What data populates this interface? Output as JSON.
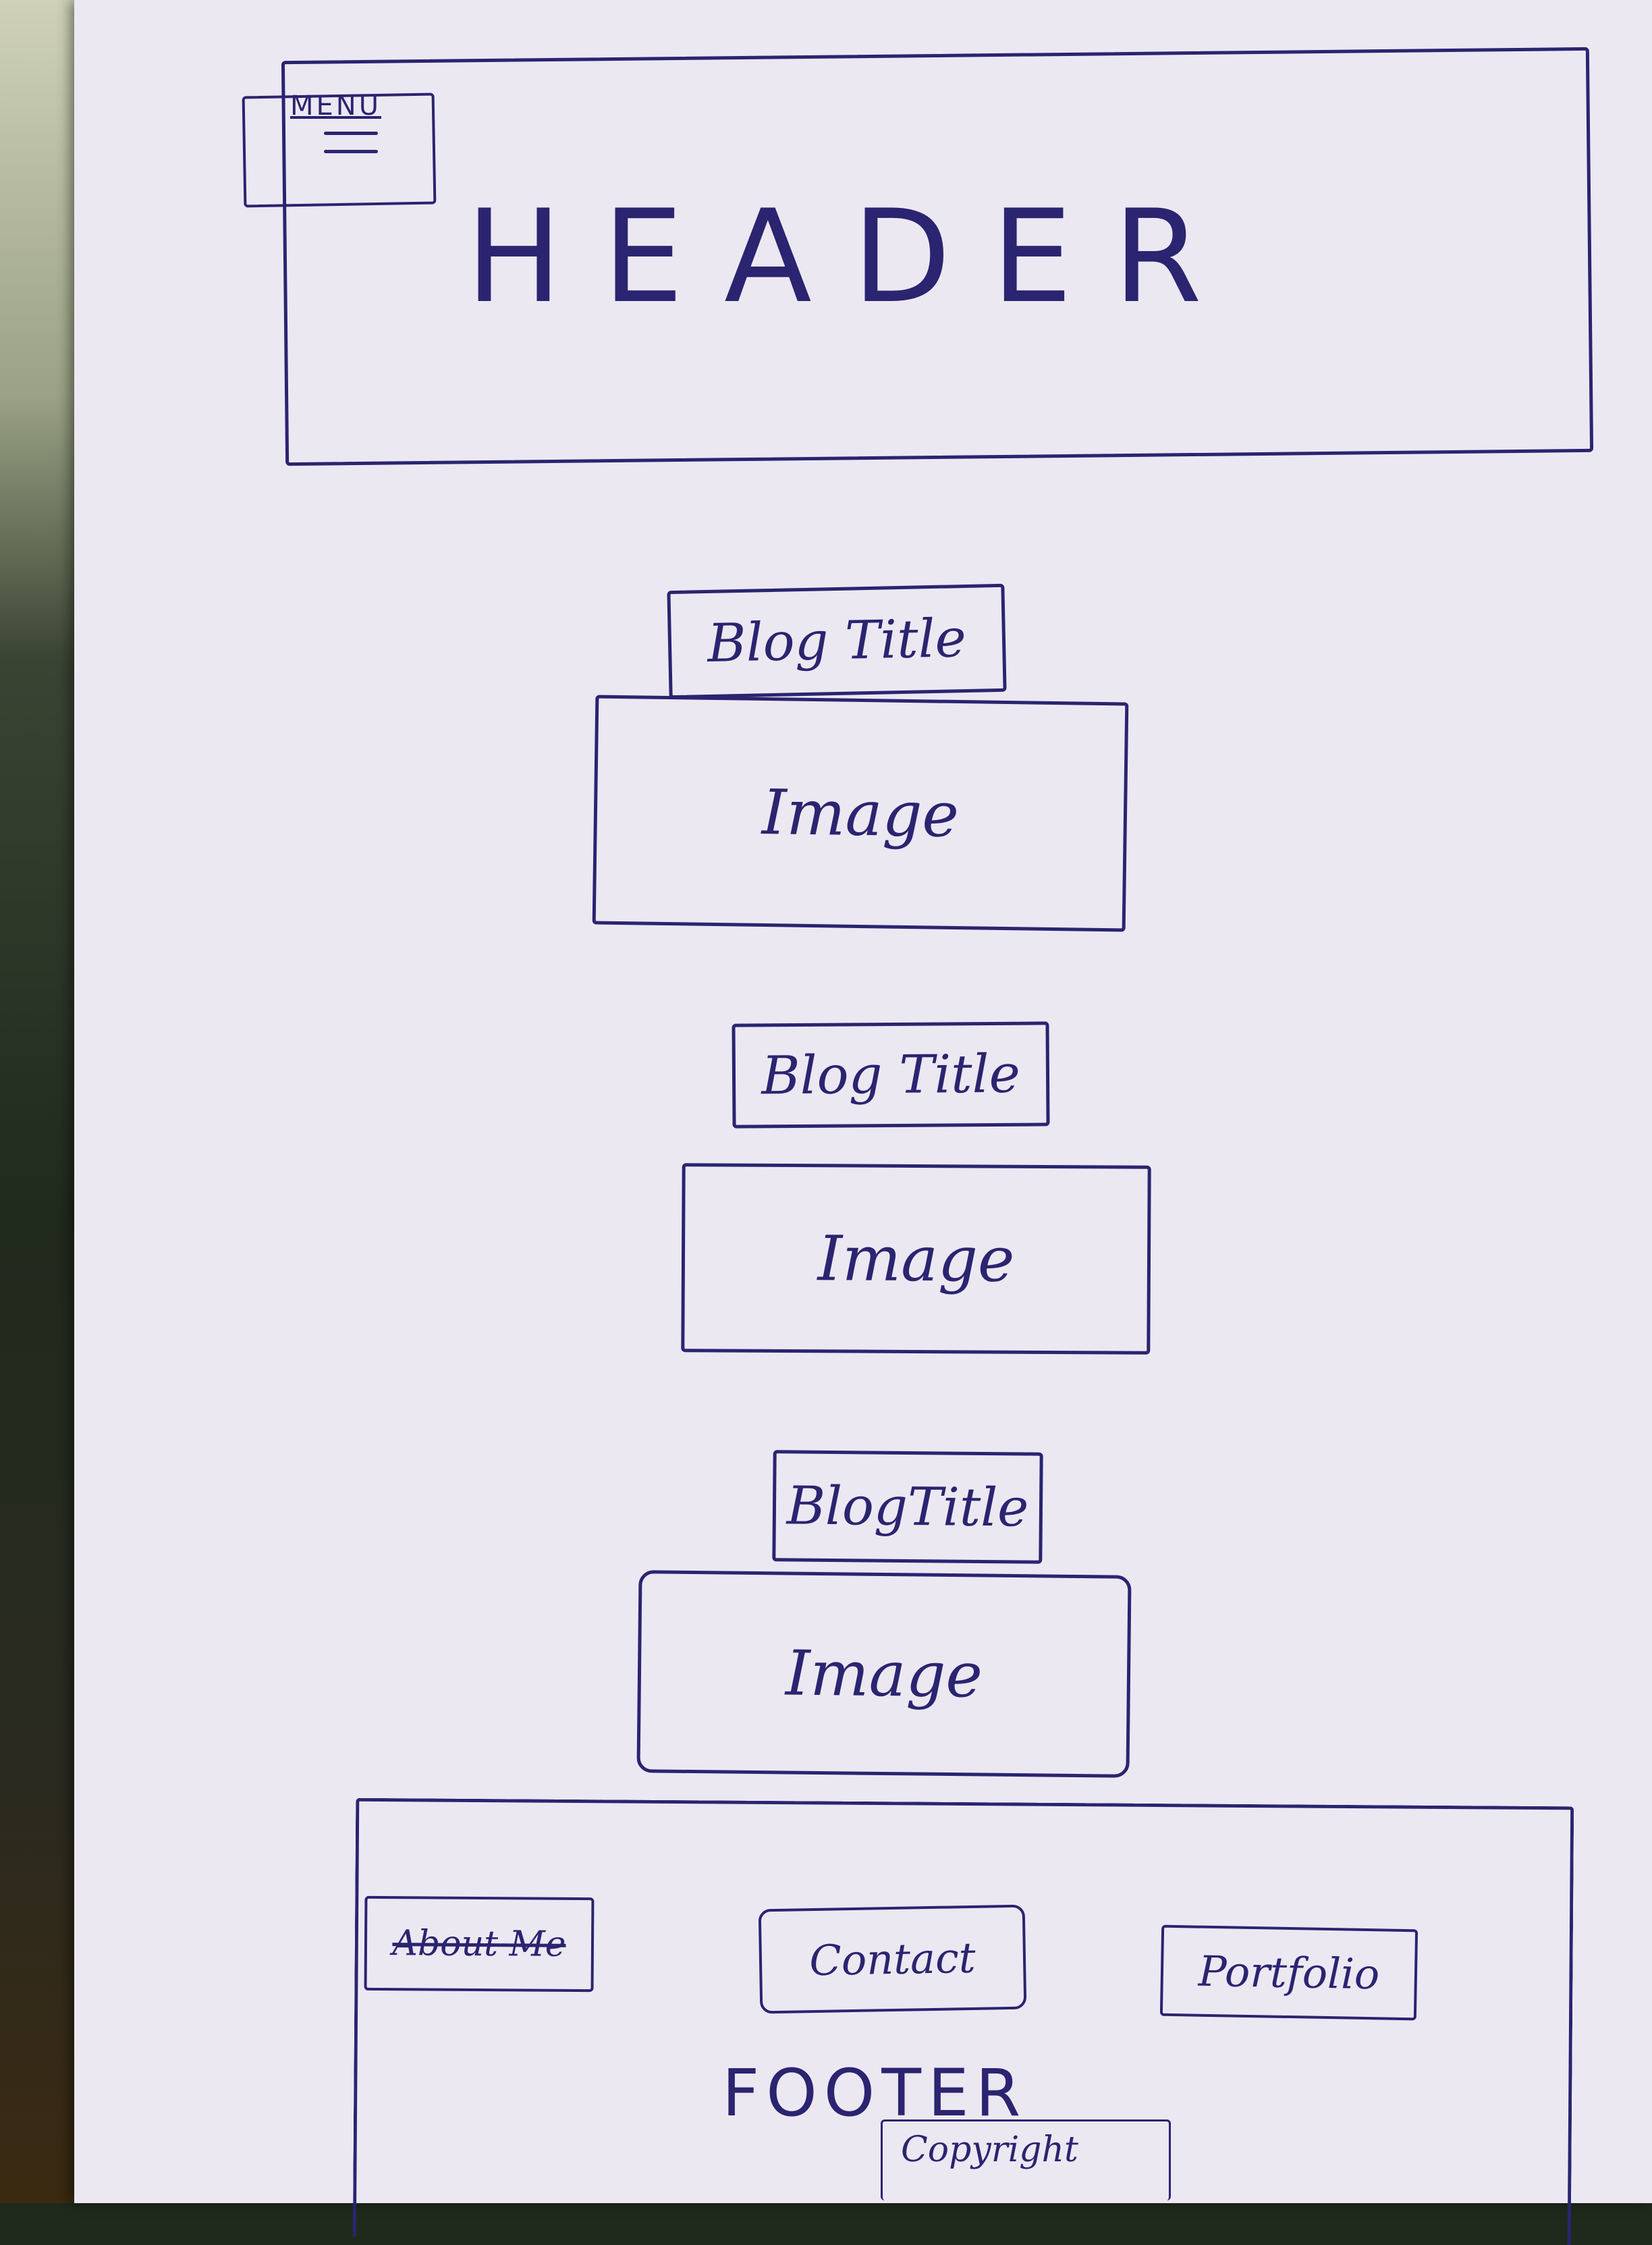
{
  "header": {
    "menu_label": "MENU",
    "title": "HEADER"
  },
  "posts": [
    {
      "title": "Blog Title",
      "image_label": "Image"
    },
    {
      "title": "Blog Title",
      "image_label": "Image"
    },
    {
      "title": "BlogTitle",
      "image_label": "Image"
    }
  ],
  "footer": {
    "links": [
      {
        "label": "About Me"
      },
      {
        "label": "Contact"
      },
      {
        "label": "Portfolio"
      }
    ],
    "title": "FOOTER",
    "copyright": "Copyright"
  },
  "colors": {
    "ink": "#2b2470",
    "paper": "#ece8f2"
  }
}
